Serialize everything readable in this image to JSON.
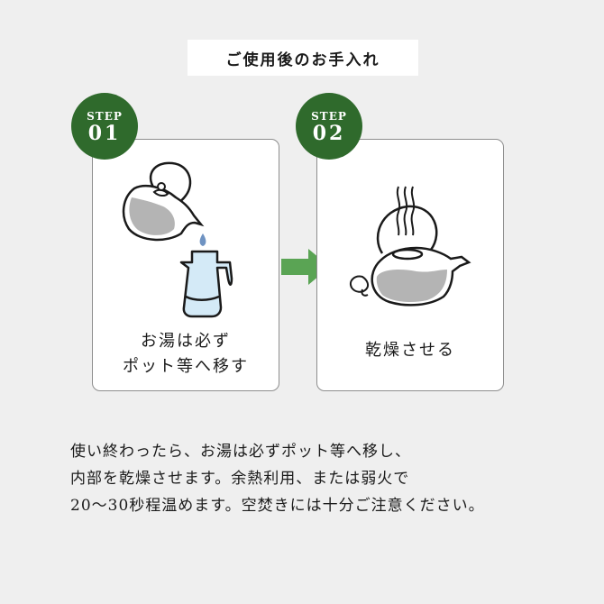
{
  "header": {
    "title": "ご使用後のお手入れ"
  },
  "steps": [
    {
      "step_label": "STEP",
      "number": "01",
      "caption_line1": "お湯は必ず",
      "caption_line2": "ポット等へ移す",
      "icon": "kettle-pouring-into-pot-icon"
    },
    {
      "step_label": "STEP",
      "number": "02",
      "caption_line1": "乾燥させる",
      "icon": "steaming-kettle-lid-off-icon"
    }
  ],
  "arrow": {
    "icon": "arrow-right-icon",
    "color": "#5aa454"
  },
  "description": {
    "line1": "使い終わったら、お湯は必ずポット等へ移し、",
    "line2": "内部を乾燥させます。余熱利用、または弱火で",
    "line3": "20〜30秒程温めます。空焚きには十分ご注意ください。"
  },
  "colors": {
    "background": "#efefef",
    "badge": "#2f6a2c",
    "arrow": "#5aa454",
    "water_fill": "#b4b4b4",
    "pot_fill": "#d4eaf7",
    "drop": "#6f93c2"
  }
}
